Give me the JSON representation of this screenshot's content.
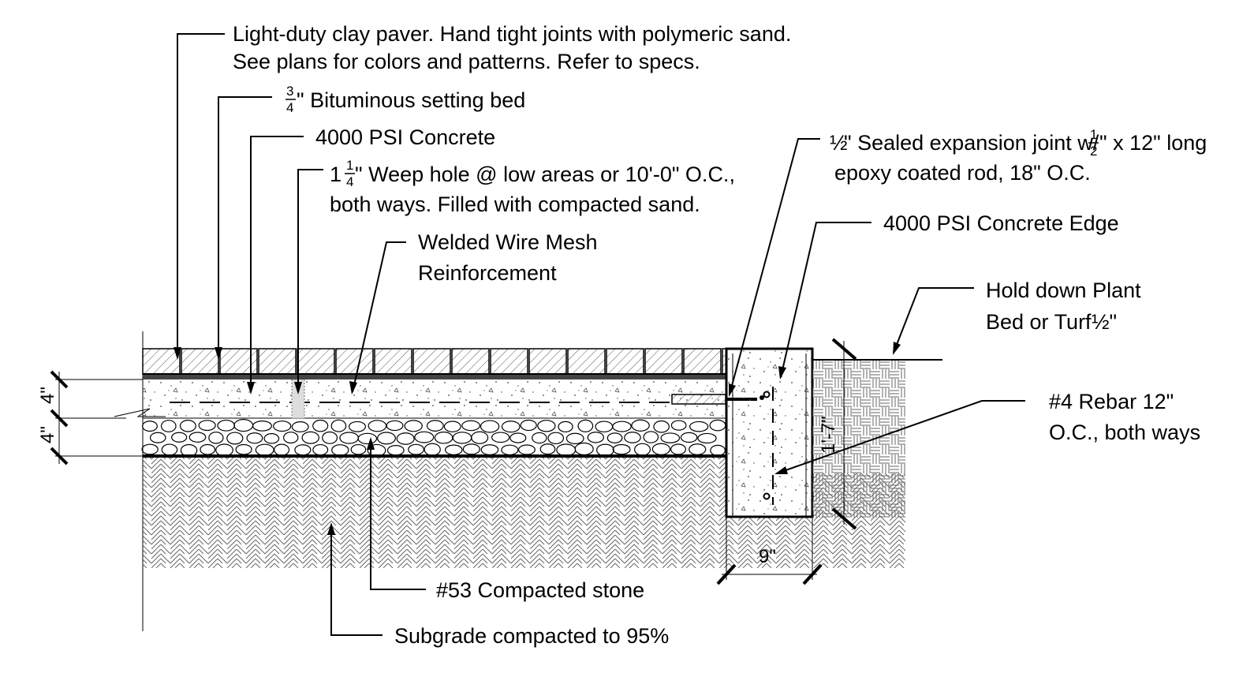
{
  "notes": {
    "paver_line1": "Light-duty clay paver. Hand tight joints with polymeric sand.",
    "paver_line2": "See plans for colors and patterns. Refer to specs.",
    "setting_bed_num": "3",
    "setting_bed_den": "4",
    "setting_bed_text": "\" Bituminous setting bed",
    "concrete": "4000 PSI Concrete",
    "weep_whole": "1",
    "weep_num": "1",
    "weep_den": "4",
    "weep_text": "\" Weep hole @ low areas or 10'-0\" O.C.,",
    "weep_line2": "both ways. Filled with compacted sand.",
    "mesh_line1": "Welded Wire Mesh",
    "mesh_line2": "Reinforcement",
    "joint_frac": "½",
    "joint_text": "\" Sealed expansion joint w/",
    "joint_num": "1",
    "joint_den": "2",
    "joint_text2": "\" x 12\" long",
    "joint_line2": "epoxy coated rod, 18\" O.C.",
    "edge": "4000 PSI Concrete Edge",
    "hold_line1": "Hold down Plant",
    "hold_line2": "Bed or Turf",
    "hold_frac": "½\"",
    "rebar_line1": "#4 Rebar 12\"",
    "rebar_line2": "O.C., both ways",
    "stone": "#53 Compacted stone",
    "subgrade": "Subgrade compacted to 95%"
  },
  "dimensions": {
    "concrete_depth": "4\"",
    "stone_depth": "4\"",
    "edge_depth": "1'-7\"",
    "edge_width": "9\""
  }
}
